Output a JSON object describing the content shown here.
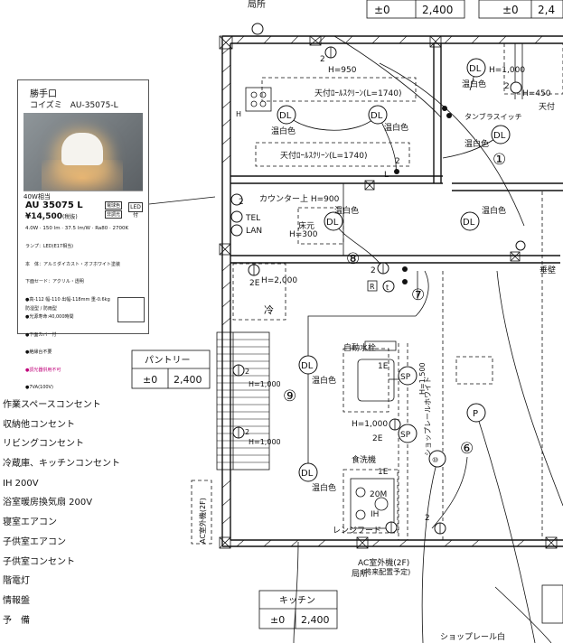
{
  "product_card": {
    "room": "勝手口",
    "maker_model": "コイズミ　AU-35075-L",
    "watt_note": "40W相当",
    "model": "AU 35075 L",
    "price": "¥14,500",
    "price_note": "(税抜)",
    "rating": "4.0W · 150 lm · 37.5 lm/W · Ra80 · 2700K",
    "badge1": "電球色",
    "badge2": "非調光",
    "badge3": "LED付",
    "spec_lines": [
      "ランプ：LED(E17相当)",
      "本　体：アルミダイカスト・オフホワイト塗装",
      "下面セード：アクリル・透明",
      "●高-112 幅-110 出幅-118mm 重-0.6kg",
      "●光源寿命:40,000時間",
      "●下面カバー付",
      "●絶縁台不要",
      "●調光器併用不可",
      "●7VA(100V)"
    ],
    "footer": "防湿型 / 防雨型"
  },
  "legend": [
    "作業スペースコンセント",
    "収納他コンセント",
    "リビングコンセント",
    "冷蔵庫、キッチンコンセント",
    "IH 200V",
    "浴室暖房換気扇 200V",
    "寝室エアコン",
    "子供室エアコン",
    "子供室コンセント",
    "階電灯",
    "情報盤",
    "予　備"
  ],
  "title_blocks": [
    {
      "name": "パントリー",
      "level": "±0",
      "height": "2,400"
    },
    {
      "name": "キッチン",
      "level": "±0",
      "height": "2,400"
    }
  ],
  "top_blocks": [
    {
      "level": "±0",
      "height": "2,400"
    },
    {
      "level": "±0",
      "height": "2,4"
    }
  ],
  "labels": {
    "top_room": "局所",
    "h950": "H=950",
    "screen1": "天付ﾛｰﾙｽｸﾘｰﾝ(L=1740)",
    "screen2": "天付ﾛｰﾙｽｸﾘｰﾝ(L=1740)",
    "dl": "DL",
    "warm": "温白色",
    "tumbler": "タンブラスイッチ",
    "h1000": "H=1,000",
    "h450": "H=450",
    "tenpu": "天付",
    "counter": "カウンター上 H=900",
    "tel": "TEL",
    "lan": "LAN",
    "floor_main": "床元",
    "h300": "H=300",
    "h2000": "H=2,000",
    "cold": "冷",
    "code_2e": "2E",
    "code_2": "2",
    "code_l": "L",
    "code_r": "R",
    "code_t": "t",
    "code_h": "H",
    "auto_faucet": "自動水栓",
    "code_1e": "1E",
    "sp": "SP",
    "h1500": "H=1,500",
    "shop_rail_white": "ショップレールホワイト",
    "p": "P",
    "dishwasher": "食洗機",
    "code_20m": "20M",
    "code_ih": "IH",
    "range_hood": "レンジフード",
    "ac_outdoor_2f": "AC室外機(2F)",
    "future_note": "(将来配置予定)",
    "ac_outdoor_left": "AC室外機(2F)",
    "bottom_room": "局所",
    "shop_rail_bottom": "ショップレール白",
    "hanging_wall": "垂壁",
    "n1": "①",
    "n6": "⑥",
    "n7": "⑦",
    "n8": "⑧",
    "n9": "⑨",
    "n10": "⑩"
  },
  "colors": {
    "ink": "#111111",
    "card_border": "#555555"
  }
}
